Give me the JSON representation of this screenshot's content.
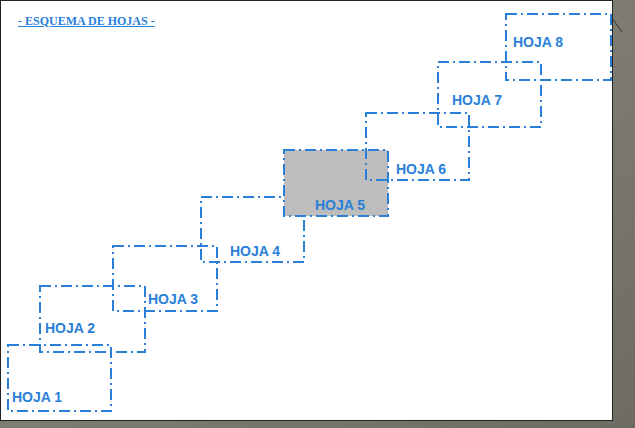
{
  "diagram": {
    "title": "- ESQUEMA DE HOJAS -",
    "nodes": [
      {
        "text": [
          "HOJA 1"
        ]
      },
      {
        "text": [
          "HOJA 2"
        ]
      },
      {
        "text": [
          "HOJA 3"
        ]
      },
      {
        "text": [
          "HOJA 4"
        ]
      },
      {
        "text": [
          "HOJA 5"
        ]
      },
      {
        "text": [
          "HOJA 6"
        ]
      },
      {
        "text": [
          "HOJA 7"
        ]
      },
      {
        "text": [
          "HOJA 8"
        ]
      }
    ]
  }
}
